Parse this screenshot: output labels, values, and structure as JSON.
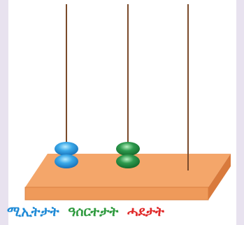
{
  "labels": {
    "hundreds": "ሚኢትታት",
    "tens": "ዓሰርተታት",
    "ones": "ሓደታት"
  },
  "beads": {
    "hundreds_count": 2,
    "tens_count": 2,
    "ones_count": 0
  },
  "colors": {
    "background": "#e8e2ef",
    "base": "#f4a66a",
    "base_side": "#d97a3c",
    "rod": "#7a4a2a",
    "bead_hundreds": "#3aa8e8",
    "bead_tens": "#2e9a4e",
    "label_hundreds": "#1f8ad6",
    "label_tens": "#2e9a3e",
    "label_ones": "#e02a2a"
  }
}
